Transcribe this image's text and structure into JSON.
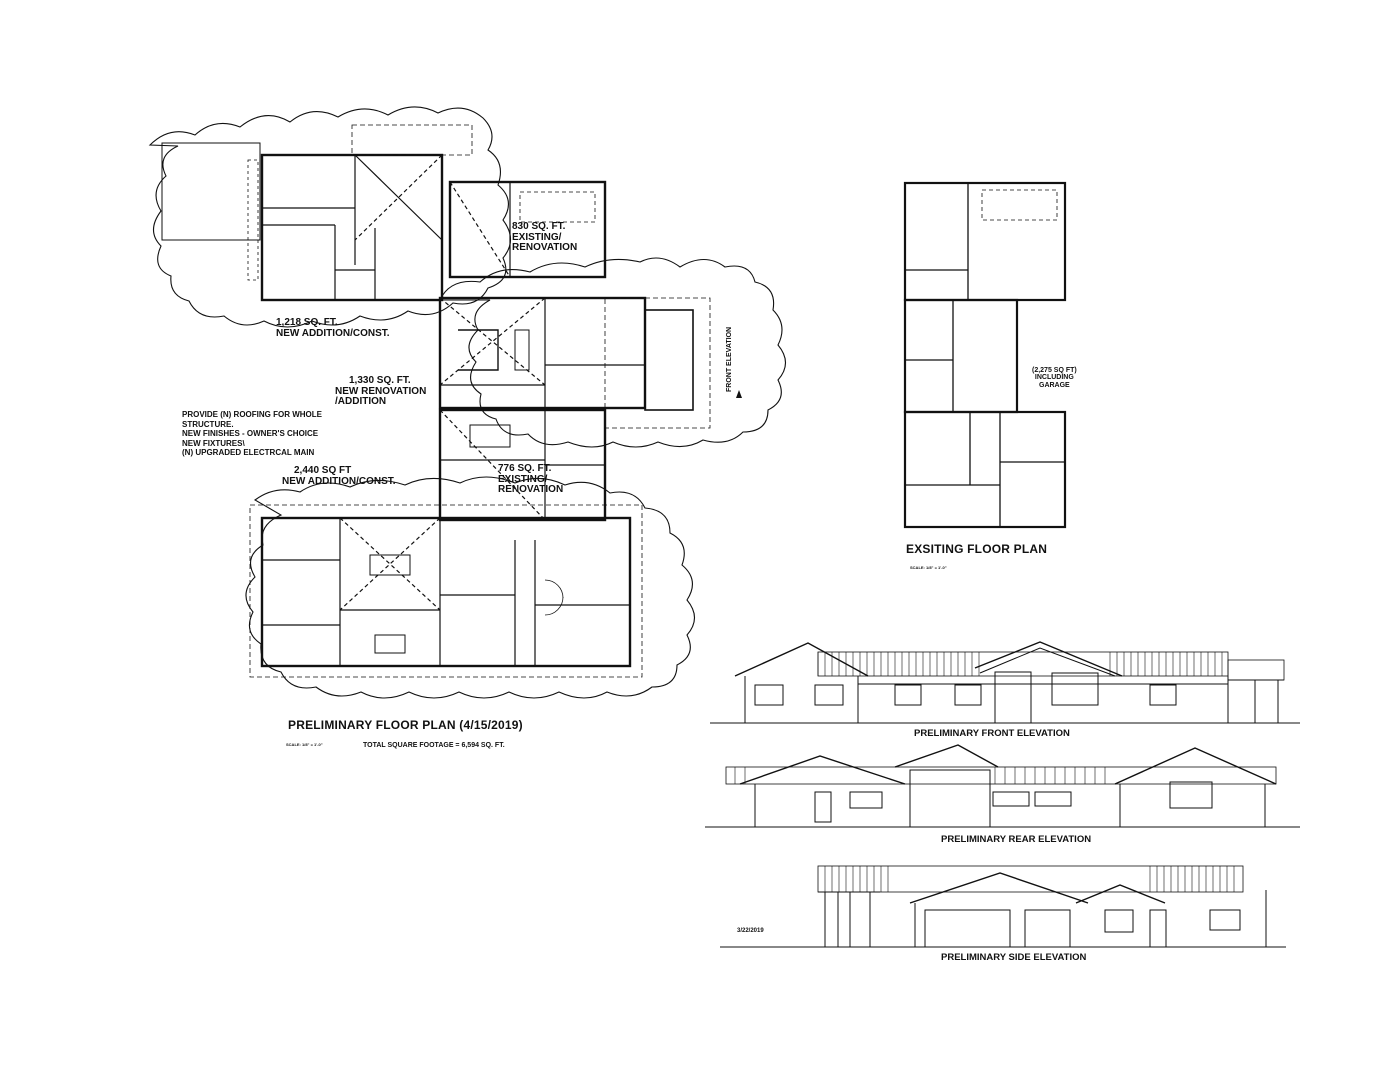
{
  "proposed_plan": {
    "title": "PRELIMINARY FLOOR PLAN (4/15/2019)",
    "scale": "SCALE: 1/8\" = 1'-0\"",
    "total": "TOTAL SQUARE FOOTAGE = 6,594 SQ. FT.",
    "areas": {
      "a1_sqft": "1,218 SQ. FT.",
      "a1_desc": "NEW ADDITION/CONST.",
      "a2_sqft": "830 SQ. FT.",
      "a2_l2": "EXISTING/",
      "a2_l3": "RENOVATION",
      "a3_sqft": "1,330 SQ. FT.",
      "a3_l2": "NEW RENOVATION",
      "a3_l3": "/ADDITION",
      "a4_sqft": "776 SQ. FT.",
      "a4_l2": "EXISTING/",
      "a4_l3": "RENOVATION",
      "a5_sqft": "2,440 SQ FT",
      "a5_desc": "NEW ADDITION/CONST."
    },
    "notes": [
      "PROVIDE (N) ROOFING FOR WHOLE",
      "STRUCTURE.",
      "NEW FINISHES - OWNER'S CHOICE",
      "NEW FIXTURES\\",
      "(N) UPGRADED ELECTRCAL MAIN"
    ],
    "front_elevation_marker": "FRONT ELEVATION"
  },
  "existing_plan": {
    "title": "EXSITING FLOOR PLAN",
    "scale": "SCALE: 1/8\" = 1'-0\"",
    "area_l1": "(2,275 SQ FT)",
    "area_l2": "INCLUDING",
    "area_l3": "GARAGE"
  },
  "elevations": {
    "front": "PRELIMINARY FRONT ELEVATION",
    "rear": "PRELIMINARY REAR ELEVATION",
    "side": "PRELIMINARY SIDE ELEVATION",
    "date": "3/22/2019"
  },
  "colors": {
    "ink": "#111111",
    "paper": "#ffffff"
  }
}
